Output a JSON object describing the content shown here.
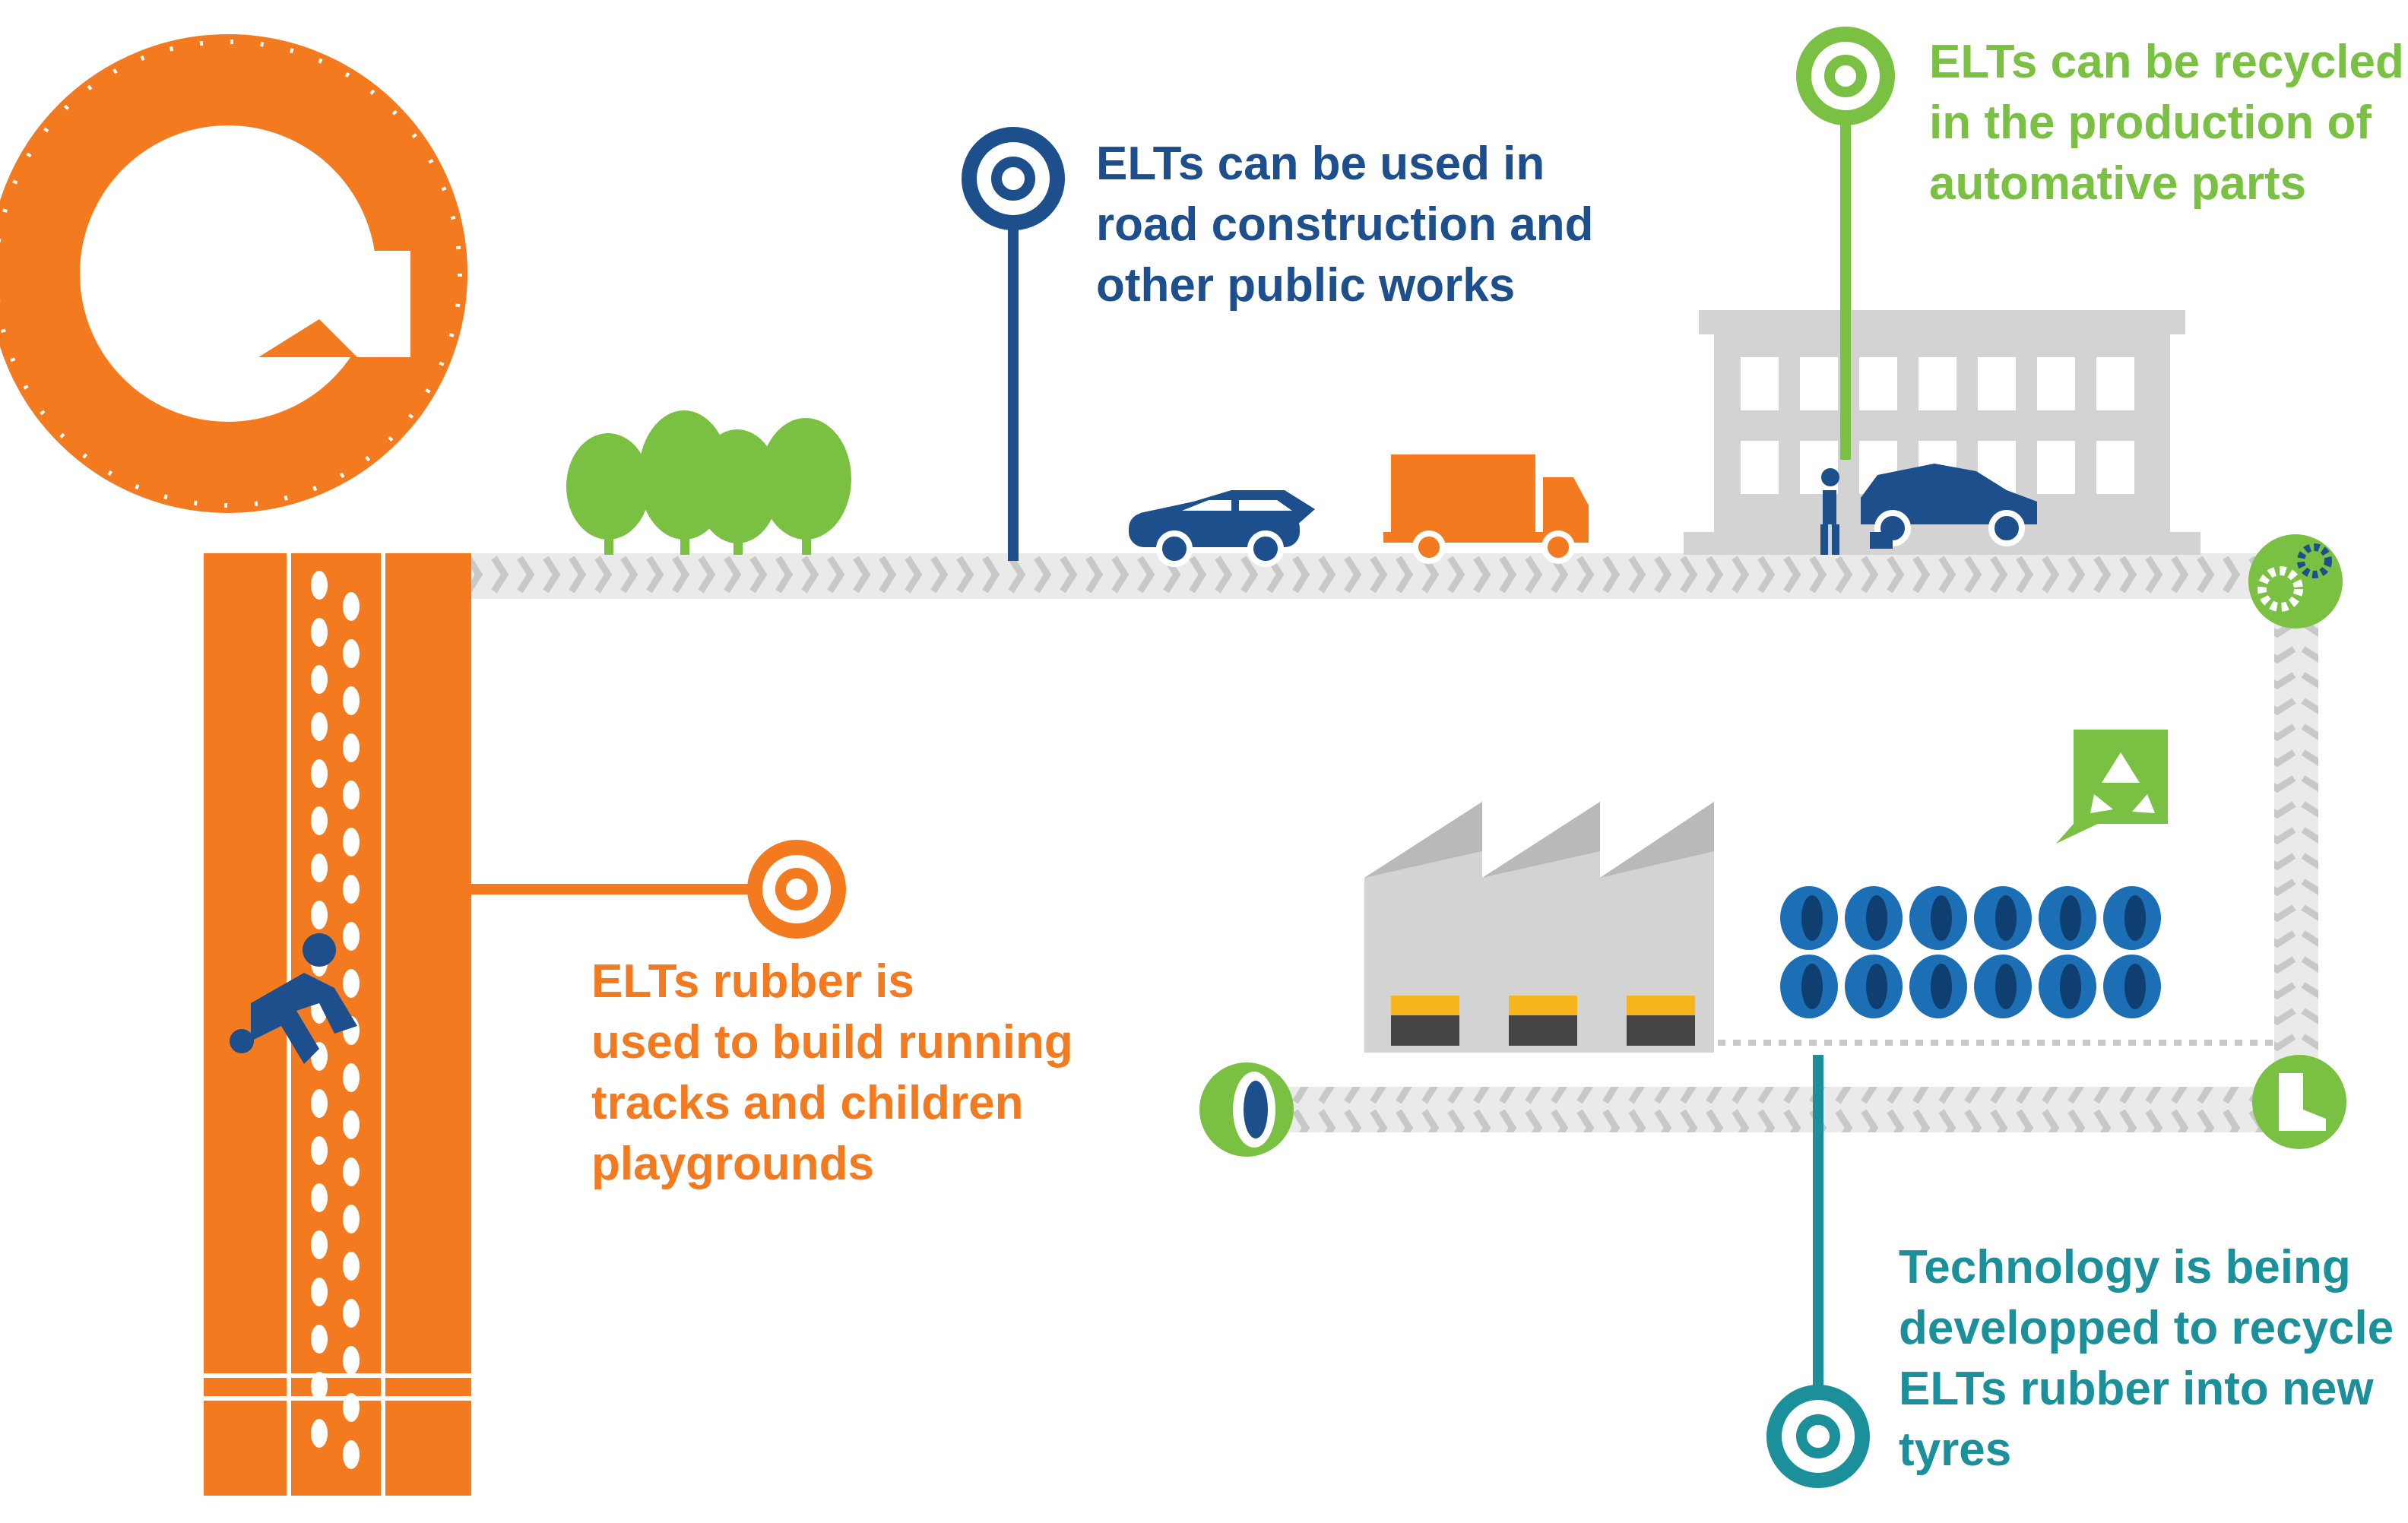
{
  "colors": {
    "orange": "#f47a20",
    "dark_blue": "#1c4f8c",
    "green": "#7ac143",
    "teal": "#1b8f9a",
    "grey": "#d3d3d3",
    "yellow": "#f7b51c"
  },
  "callouts": {
    "road": {
      "lines": [
        "ELTs can be used in",
        "road construction and",
        "other public works"
      ],
      "color": "#1c4f8c"
    },
    "automotive": {
      "lines": [
        "ELTs can be recycled",
        "in the production of",
        "automative parts"
      ],
      "color": "#7ac143"
    },
    "tracks": {
      "lines": [
        "ELTs rubber is",
        "used to build running",
        "tracks and children",
        "playgrounds"
      ],
      "color": "#f47a20"
    },
    "new_tyres": {
      "lines": [
        "Technology is being",
        "developped to recycle",
        "ELTs rubber into new",
        "tyres"
      ],
      "color": "#1b8f9a"
    }
  },
  "icons": [
    "tyre-icon",
    "tree-icon",
    "car-icon",
    "truck-icon",
    "garage-building-icon",
    "mechanic-icon",
    "gear-icon",
    "recycle-icon",
    "factory-icon",
    "tyre-stack-icon",
    "boot-icon",
    "runner-icon",
    "pin-icon"
  ]
}
